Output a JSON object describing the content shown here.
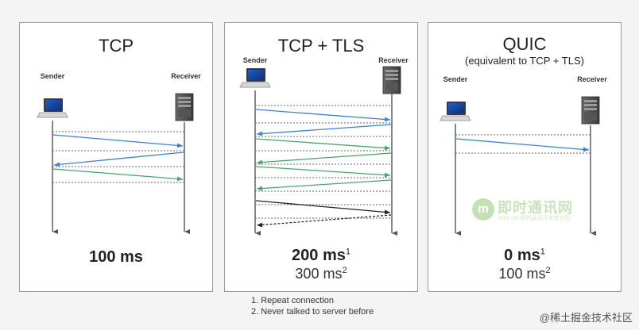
{
  "panels": [
    {
      "title": "TCP",
      "subtitle": "",
      "sender_label": "Sender",
      "receiver_label": "Receiver",
      "timing_main": "100 ms",
      "timing_main_sup": "",
      "timing_secondary": "",
      "timing_secondary_sup": ""
    },
    {
      "title": "TCP + TLS",
      "subtitle": "",
      "sender_label": "Sender",
      "receiver_label": "Receiver",
      "timing_main": "200 ms",
      "timing_main_sup": "1",
      "timing_secondary": "300 ms",
      "timing_secondary_sup": "2"
    },
    {
      "title": "QUIC",
      "subtitle": "(equivalent to TCP + TLS)",
      "sender_label": "Sender",
      "receiver_label": "Receiver",
      "timing_main": "0 ms",
      "timing_main_sup": "1",
      "timing_secondary": "100 ms",
      "timing_secondary_sup": "2"
    }
  ],
  "footnotes": [
    "1. Repeat connection",
    "2. Never talked to server before"
  ],
  "watermark": {
    "badge": "m",
    "name": "即时通讯网",
    "tagline": "52im.net 即时通讯开发者社区"
  },
  "credit": "@稀土掘金技术社区",
  "colors": {
    "blue_arrow": "#3f7fd0",
    "green_arrow": "#4aa36a",
    "black_arrow": "#222222",
    "dotted_line": "#666666",
    "lifeline": "#555555"
  }
}
